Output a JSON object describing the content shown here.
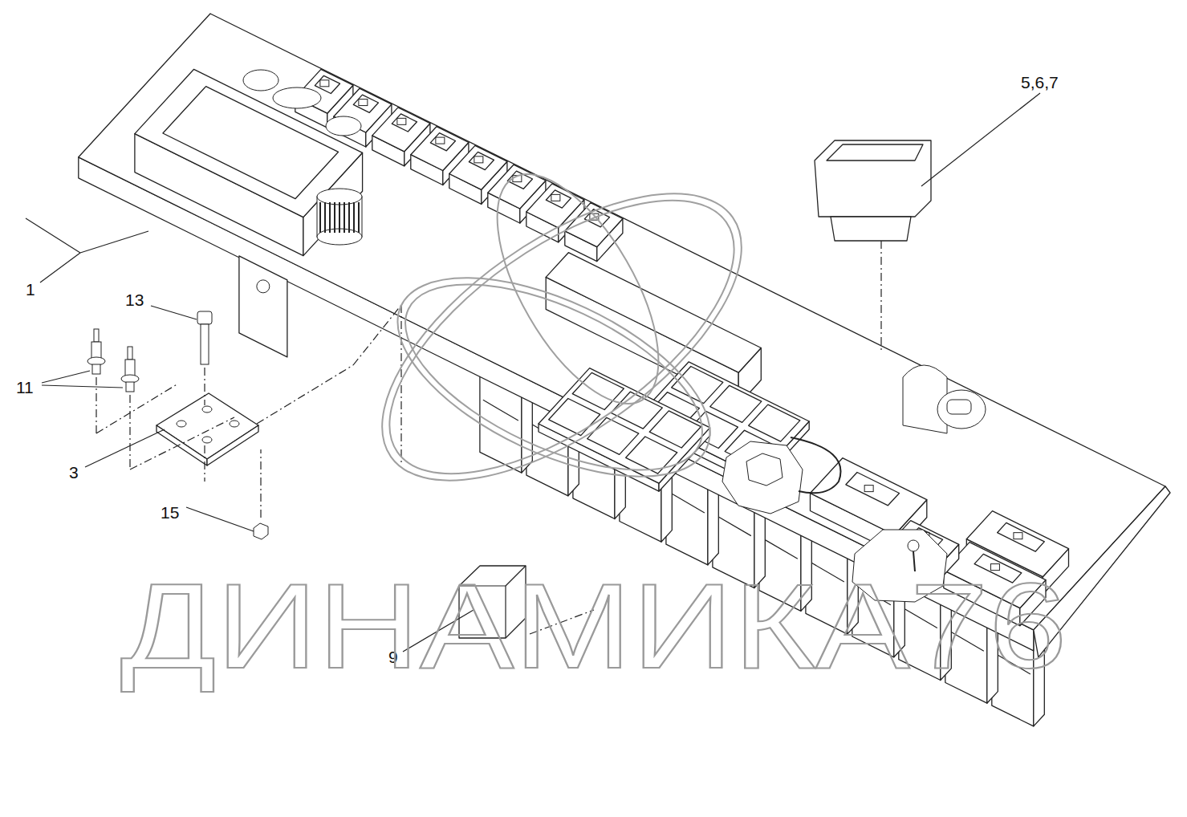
{
  "diagram": {
    "labels": [
      "5,6,7",
      "1",
      "13",
      "11",
      "3",
      "15",
      "9",
      "ДИНАМИКА76"
    ]
  }
}
